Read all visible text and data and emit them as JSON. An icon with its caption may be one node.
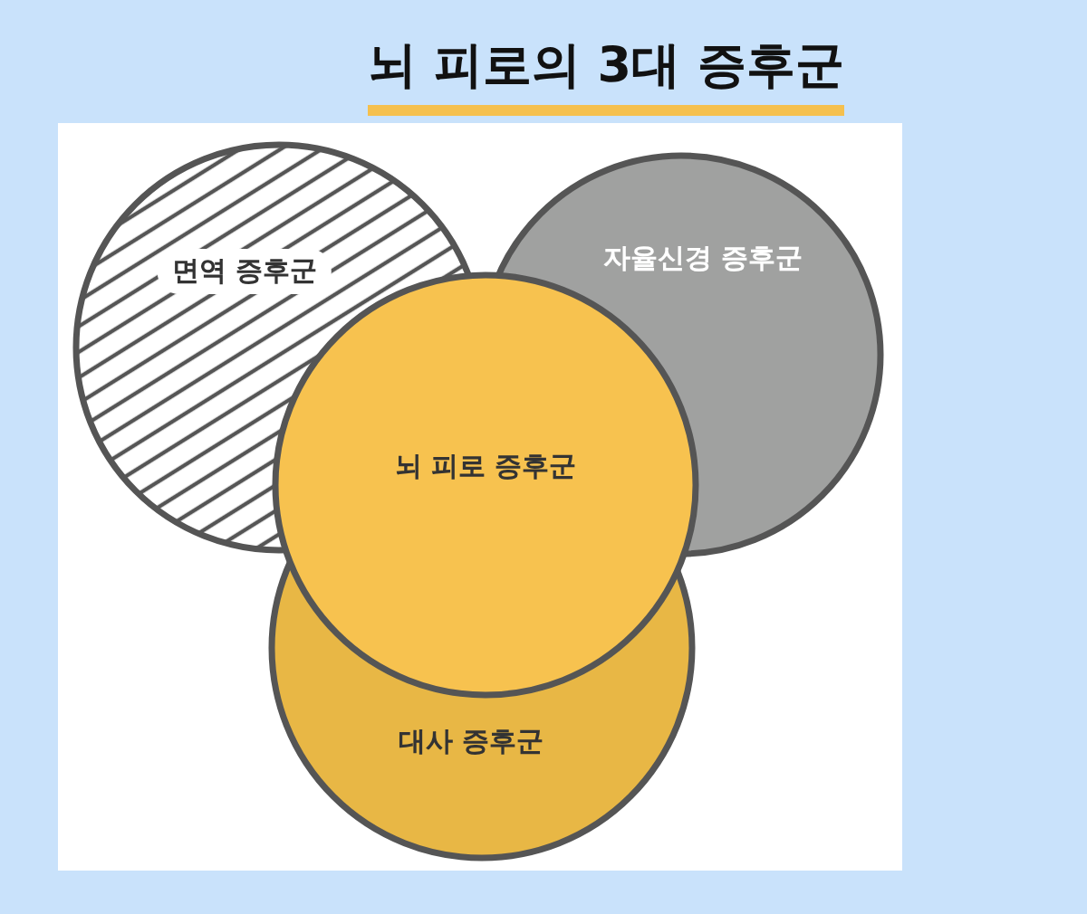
{
  "diagram": {
    "title": "뇌 피로의 3대 증후군",
    "nodes": [
      {
        "text": [
          "면역 증후군"
        ]
      },
      {
        "text": [
          "자율신경 증후군"
        ]
      },
      {
        "text": [
          "뇌 피로 증후군"
        ]
      },
      {
        "text": [
          "대사 증후군"
        ]
      }
    ]
  }
}
